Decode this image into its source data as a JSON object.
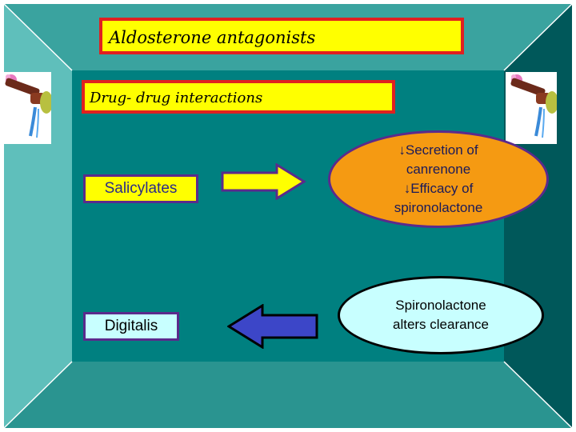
{
  "slide": {
    "title": "Aldosterone antagonists",
    "subtitle": "Drug- drug interactions"
  },
  "interactions": [
    {
      "drug": "Salicylates",
      "direction": "right",
      "effect_lines": [
        "↓Secretion of",
        "canrenone",
        "↓Efficacy of",
        "spironolactone"
      ]
    },
    {
      "drug": "Digitalis",
      "direction": "left",
      "effect_lines": [
        "Spironolactone",
        "alters clearance"
      ]
    }
  ],
  "colors": {
    "frame_top": "#3aa39f",
    "frame_left": "#5fbfbb",
    "frame_right": "#00585a",
    "frame_bottom": "#2a9490",
    "panel": "#008080",
    "title_fill": "#ffff00",
    "title_border": "#e02020",
    "orange": "#f59a12",
    "light_cyan": "#c8ffff",
    "arrow_right": "#ffff00",
    "arrow_left": "#3c46c8"
  },
  "icons": [
    "faucet-kidney-icon-left",
    "faucet-kidney-icon-right"
  ]
}
